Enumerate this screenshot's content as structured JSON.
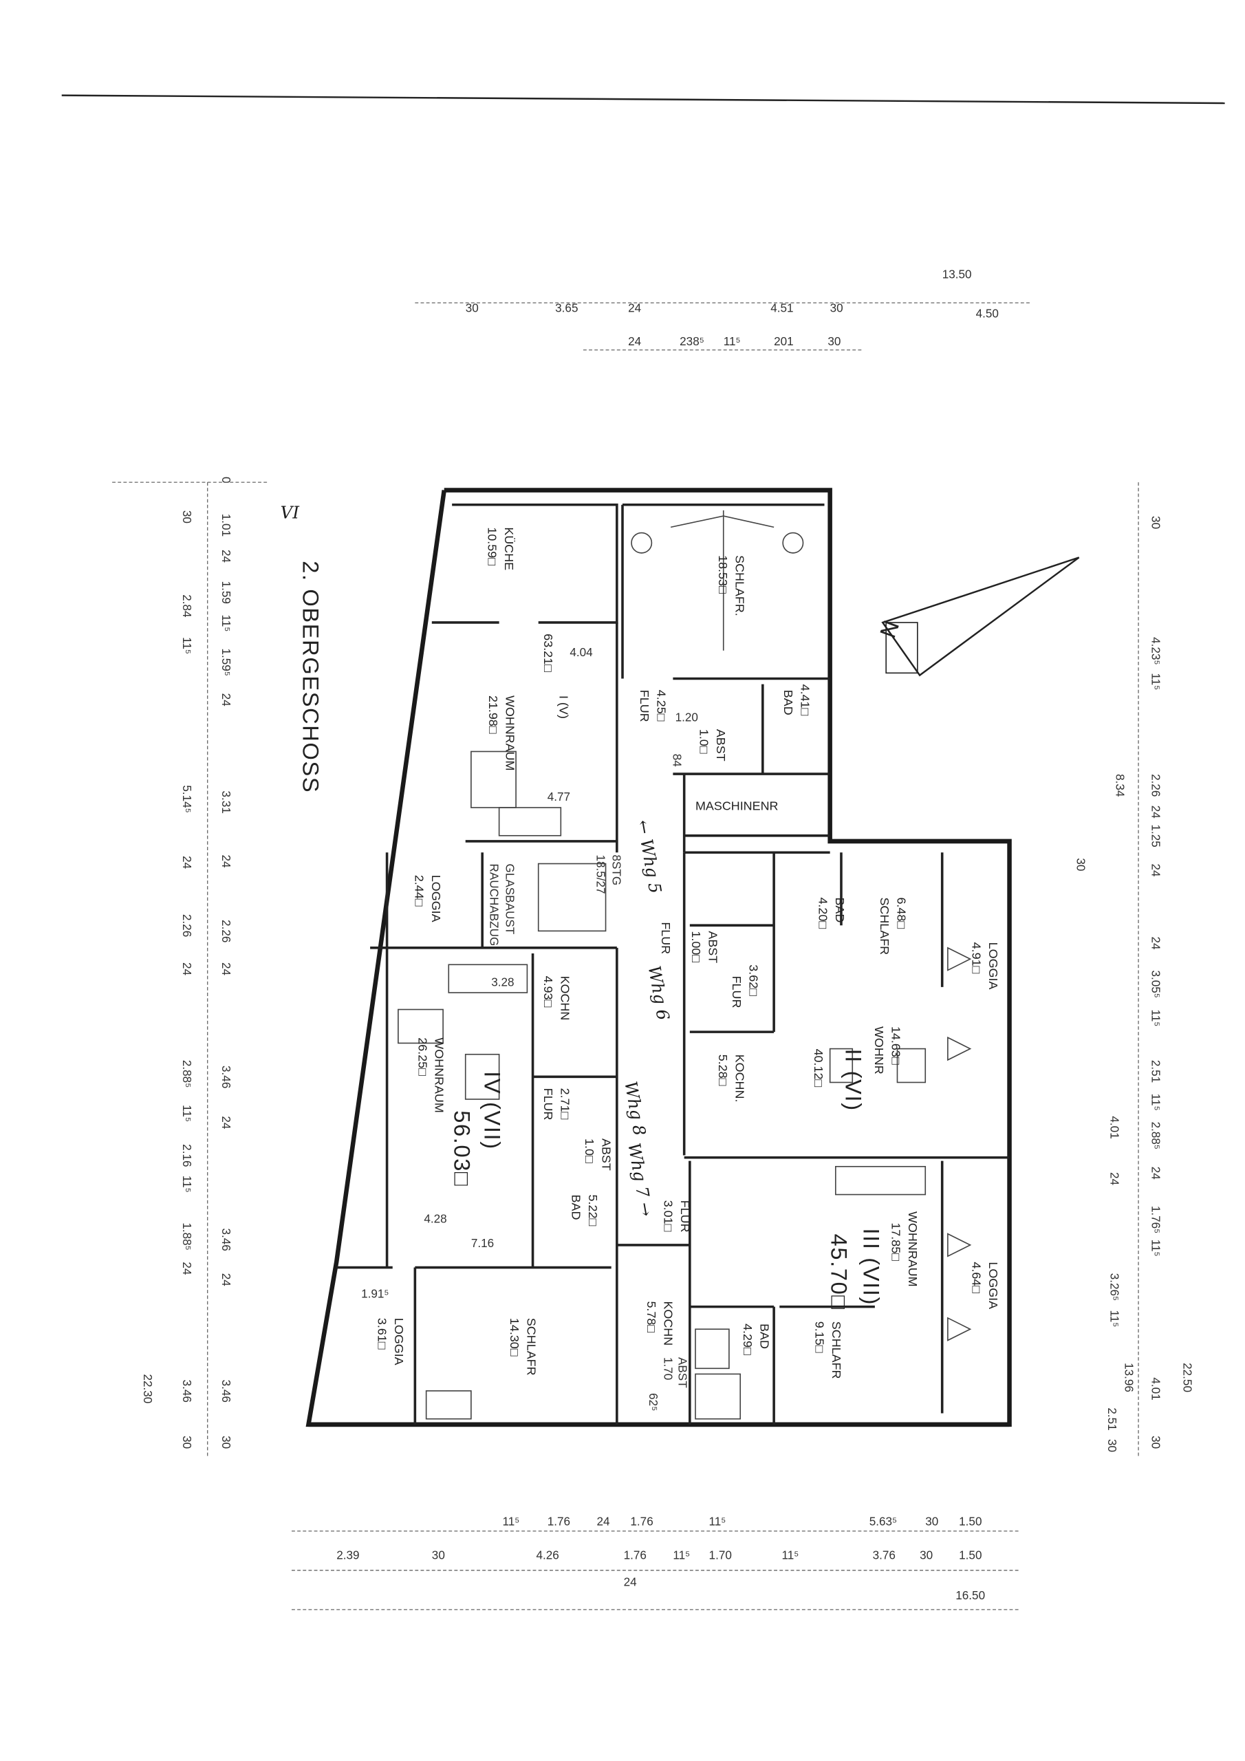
{
  "title": "2. OBERGESCHOSS",
  "title_scribble": "VI",
  "north_label": "N",
  "rooms": {
    "kueche_i": {
      "label": "KÜCHE",
      "area": "10.59□"
    },
    "schlafr_i": {
      "label": "SCHLAFR.",
      "area": "18.53□"
    },
    "unit_i": {
      "name": "I (V)",
      "total": "63.21□"
    },
    "wohnraum_i": {
      "label": "WOHNRAUM",
      "area": "21.98□"
    },
    "flur_i": {
      "label": "FLUR",
      "area": "4.25□"
    },
    "bad_i": {
      "label": "BAD",
      "area": "4.41□"
    },
    "abst_i": {
      "label": "ABST",
      "area": "1.0□"
    },
    "maschinenr": {
      "label": "MASCHINENR"
    },
    "loggia_a": {
      "label": "LOGGIA",
      "area": "2.44□"
    },
    "glasbaust": {
      "label": "GLASBAUST",
      "sub": "RAUCHABZUG"
    },
    "treppe": {
      "label": "8STG",
      "sub": "18.5/27"
    },
    "flur_main": {
      "label": "FLUR"
    },
    "bad_ii": {
      "label": "BAD",
      "area": "4.20□"
    },
    "schlafr_ii": {
      "label": "SCHLAFR",
      "area": "6.48□"
    },
    "loggia_ii": {
      "label": "LOGGIA",
      "area": "4.91□"
    },
    "abst_ii": {
      "label": "ABST",
      "area": "1.00□"
    },
    "flur_ii": {
      "label": "FLUR",
      "area": "3.62□"
    },
    "kochn_ii": {
      "label": "KOCHN.",
      "area": "5.28□"
    },
    "wohnr_ii": {
      "label": "WOHNR",
      "area": "14.63□"
    },
    "unit_ii": {
      "name": "II (VI)",
      "total": "40.12□"
    },
    "kochn_iv": {
      "label": "KOCHN",
      "area": "4.93□"
    },
    "wohnraum_iv": {
      "label": "WOHNRAUM",
      "area": "26.25□"
    },
    "unit_iv": {
      "name": "IV (VII)",
      "total": "56.03□"
    },
    "flur_iv": {
      "label": "FLUR",
      "area": "2.71□"
    },
    "abst_iv": {
      "label": "ABST",
      "area": "1.0□"
    },
    "bad_iv": {
      "label": "BAD",
      "area": "5.22□"
    },
    "flur_iii": {
      "label": "FLUR",
      "area": "3.01□"
    },
    "wohnraum_iii": {
      "label": "WOHNRAUM",
      "area": "17.85□"
    },
    "unit_iii": {
      "name": "III (VII)",
      "total": "45.70□"
    },
    "loggia_iii": {
      "label": "LOGGIA",
      "area": "4.64□"
    },
    "loggia_b": {
      "label": "LOGGIA",
      "area": "3.61□"
    },
    "schlafr_iv": {
      "label": "SCHLAFR",
      "area": "14.30□"
    },
    "kochn_iii": {
      "label": "KOCHN",
      "area": "5.78□"
    },
    "abst_iii": {
      "label": "ABST",
      "area": "1.70",
      "extra": "62⁵"
    },
    "bad_iii": {
      "label": "BAD",
      "area": "4.29□"
    },
    "schlafr_iii": {
      "label": "SCHLAFR",
      "area": "9.15□"
    }
  },
  "inner_dims": [
    "4.04",
    "4.77",
    "1.20",
    "84",
    "3.28",
    "4.28",
    "7.16",
    "1.91⁵"
  ],
  "notes": [
    "← Whg 5",
    "Whg 6",
    "Whg 8",
    "Whg 7 →"
  ],
  "dims_top": {
    "row1": [
      "30",
      "3.65",
      "24",
      "4.51",
      "30"
    ],
    "row2": [
      "24",
      "238⁵",
      "11⁵",
      "201",
      "30"
    ],
    "total_a": "13.50",
    "total_b": "4.50"
  },
  "dims_left": {
    "outer": [
      "30",
      "2.84",
      "11⁵",
      "5.14⁵",
      "24",
      "2.26",
      "24",
      "2.88⁵",
      "11⁵",
      "2.16",
      "11⁵",
      "1.88⁵",
      "24",
      "3.46",
      "30"
    ],
    "inner": [
      "0",
      "1.01",
      "24",
      "1.59",
      "11⁵",
      "1.59⁵",
      "24",
      "3.31",
      "24",
      "2.26",
      "24",
      "3.46",
      "24",
      "3.46",
      "24",
      "3.46",
      "30"
    ],
    "total": "22.30"
  },
  "dims_right": {
    "outer": [
      "30",
      "4.23⁵",
      "11⁵",
      "2.26",
      "24",
      "1.25",
      "24",
      "24",
      "3.05⁵",
      "11⁵",
      "2.51",
      "11⁵",
      "2.88⁵",
      "24",
      "1.76⁵",
      "11⁵",
      "4.01",
      "30"
    ],
    "inner": [
      "8.34",
      "30",
      "4.01",
      "24",
      "3.26⁵",
      "11⁵",
      "13.96",
      "2.51",
      "30"
    ],
    "total": "22.50"
  },
  "dims_bottom": {
    "row1": [
      "11⁵",
      "1.76",
      "24",
      "1.76",
      "11⁵",
      "5.63⁵",
      "30",
      "1.50"
    ],
    "row2": [
      "2.39",
      "30",
      "4.26",
      "1.76",
      "24",
      "11⁵",
      "1.70",
      "11⁵",
      "3.76",
      "30",
      "1.50"
    ],
    "total": "16.50"
  }
}
